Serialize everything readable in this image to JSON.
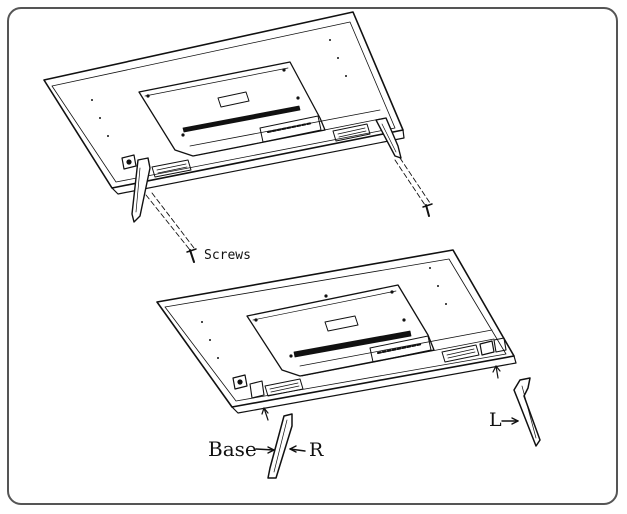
{
  "labels": {
    "screws": "Screws",
    "base": "Base",
    "right": "R",
    "left": "L"
  },
  "colors": {
    "line": "#111111",
    "frame": "#555555"
  }
}
